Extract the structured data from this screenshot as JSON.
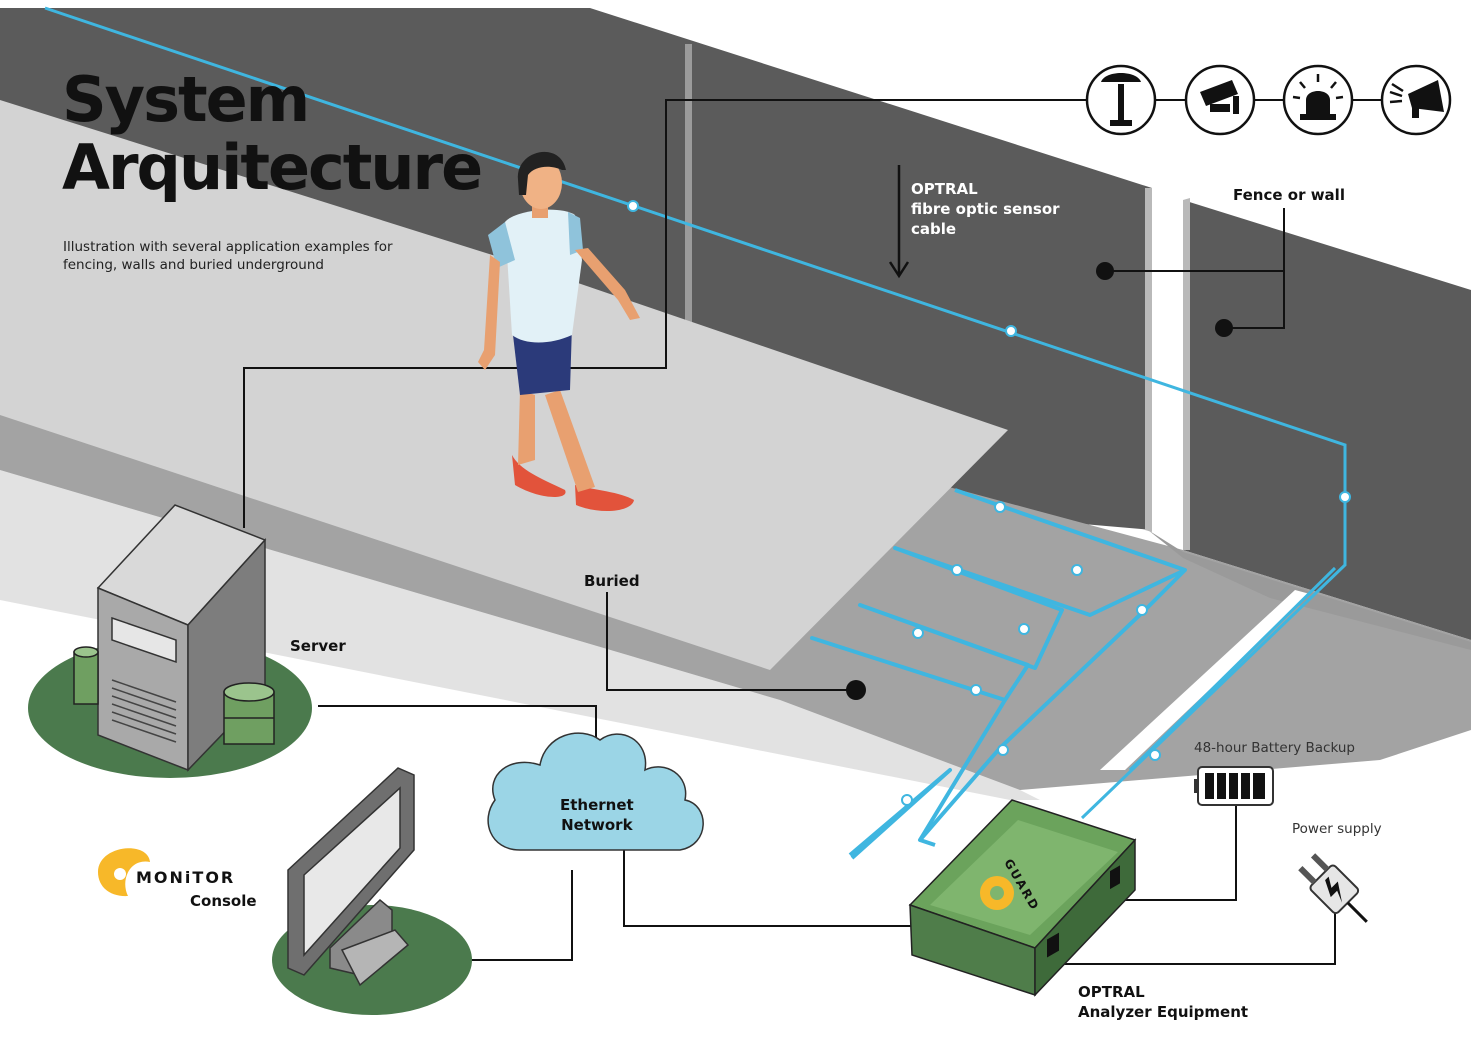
{
  "title": {
    "line1": "System",
    "line2": "Arquitecture"
  },
  "subtitle": "Illustration with several application examples for fencing, walls and buried underground",
  "labels": {
    "optral_cable": [
      "OPTRAL",
      "fibre optic sensor",
      "cable"
    ],
    "fence": "Fence or wall",
    "buried": "Buried",
    "server": "Server",
    "network": [
      "Ethernet",
      "Network"
    ],
    "battery": "48-hour Battery Backup",
    "power": "Power supply",
    "analyzer": [
      "OPTRAL",
      "Analyzer Equipment"
    ],
    "monitor_brand": "MONiTOR",
    "console": "Console",
    "device_brand": "GUARD"
  },
  "icons": [
    "lamp-post-icon",
    "security-camera-icon",
    "alarm-beacon-icon",
    "megaphone-icon"
  ],
  "colors": {
    "fiber": "#3fb6e0",
    "wall": "#5a5a5a",
    "ground": "#a3a3a3",
    "path": "#d3d3d3",
    "grass": "#4b7a4d",
    "device": "#4f7d4a",
    "cloud": "#9bd5e6",
    "accent": "#f7b829"
  }
}
